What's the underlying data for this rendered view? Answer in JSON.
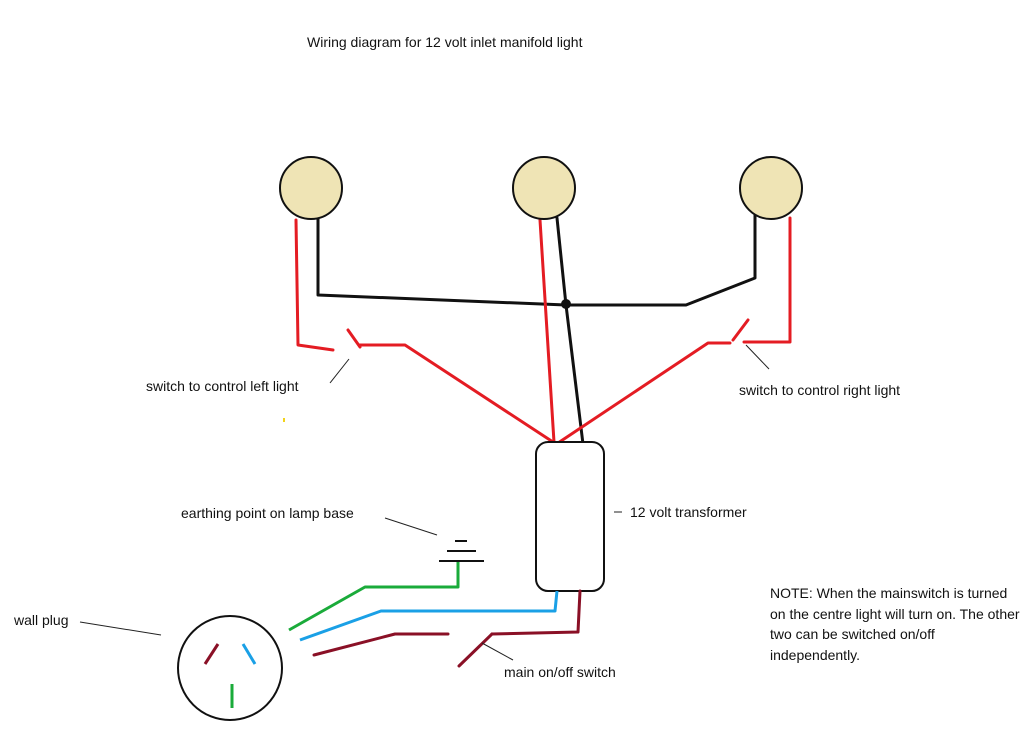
{
  "title": "Wiring diagram for 12 volt inlet manifold light",
  "labels": {
    "left_switch": "switch to control left light",
    "right_switch": "switch to control right light",
    "earthing": "earthing point on lamp base",
    "transformer": "12 volt transformer",
    "wall_plug": "wall plug",
    "main_switch": "main on/off switch"
  },
  "note": "NOTE: When the mainswitch is turned on the centre light will turn on. The other two can be switched on/off independently.",
  "colors": {
    "lamp_fill": "#efe4b5",
    "black_wire": "#111111",
    "red_wire": "#e41c23",
    "green_wire": "#1aab3a",
    "blue_wire": "#1aa0e6",
    "maroon_wire": "#8a1026",
    "leader": "#222222"
  }
}
